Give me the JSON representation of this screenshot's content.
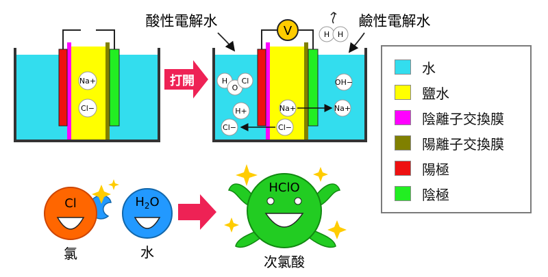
{
  "colors": {
    "water": "#33ddee",
    "salt_water": "#ffff00",
    "cation_membrane": "#ff00ff",
    "anion_membrane": "#808000",
    "anode": "#ee1111",
    "cathode": "#22ee22",
    "arrow": "#ee2255",
    "chlorine_ball": "#ff6600",
    "water_ball": "#2299ff",
    "hclo_ball": "#22cc22",
    "sparkle": "#ffcc00"
  },
  "labels": {
    "acidic_water": "酸性電解水",
    "alkaline_water": "鹼性電解水",
    "voltmeter": "V",
    "open_button": "打開",
    "chlorine": "氯",
    "water": "水",
    "hypochlorous_acid": "次氯酸"
  },
  "ions": {
    "na_plus": "Na+",
    "cl_minus": "Cl−",
    "h_plus": "H+",
    "oh_minus": "OH−",
    "h": "H",
    "o": "O",
    "cl": "Cl"
  },
  "molecules": {
    "chlorine_symbol": "Cl",
    "water_h": "H",
    "water_sub": "2",
    "water_o": "O",
    "hclo": "HClO"
  },
  "legend": [
    {
      "label": "水",
      "color": "#33ddee"
    },
    {
      "label": "鹽水",
      "color": "#ffff00"
    },
    {
      "label": "陰離子交換膜",
      "color": "#ff00ff"
    },
    {
      "label": "陽離子交換膜",
      "color": "#808000"
    },
    {
      "label": "陽極",
      "color": "#ee1111"
    },
    {
      "label": "陰極",
      "color": "#22ee22"
    }
  ]
}
